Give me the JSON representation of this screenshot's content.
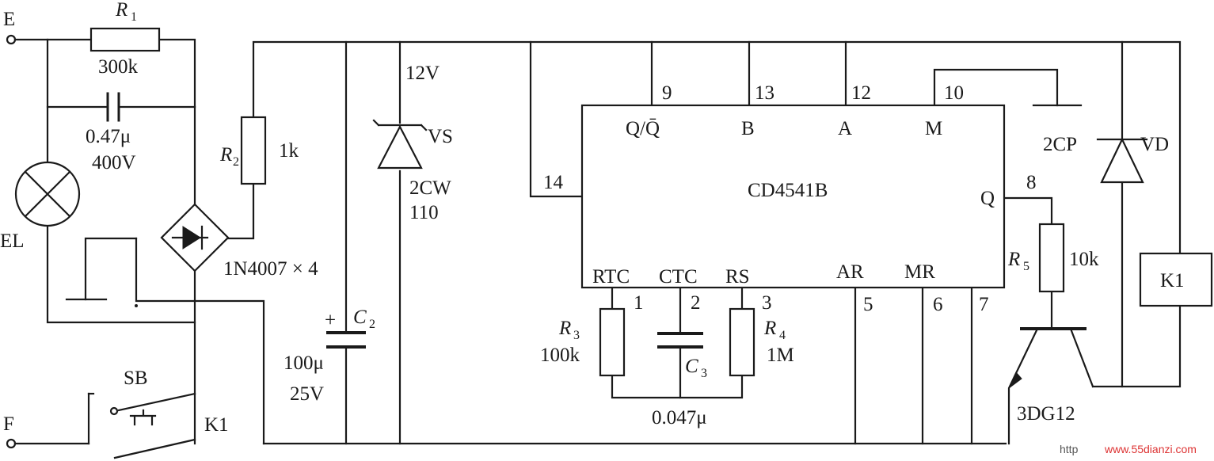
{
  "terminals": {
    "e": "E",
    "f": "F"
  },
  "lamp": {
    "label": "EL"
  },
  "r1": {
    "name": "R",
    "sub": "1",
    "value": "300k"
  },
  "c1": {
    "value": "0.47μ",
    "voltage": "400V"
  },
  "r2": {
    "name": "R",
    "sub": "2",
    "value": "1k"
  },
  "bridge": {
    "label": "1N4007 × 4"
  },
  "c2": {
    "name": "C",
    "sub": "2",
    "polarity": "+",
    "value": "100μ",
    "voltage": "25V"
  },
  "vs": {
    "voltage": "12V",
    "name": "VS",
    "part": "2CW",
    "part_num": "110"
  },
  "ic": {
    "name": "CD4541B",
    "pins": {
      "p9": "9",
      "p13": "13",
      "p12": "12",
      "p10": "10",
      "p14": "14",
      "p8": "8",
      "p1": "1",
      "p2": "2",
      "p3": "3",
      "p5": "5",
      "p6": "6",
      "p7": "7"
    },
    "pin_names": {
      "qqbar": "Q/Q̄",
      "b": "B",
      "a": "A",
      "m": "M",
      "q": "Q",
      "rtc": "RTC",
      "ctc": "CTC",
      "rs": "RS",
      "ar": "AR",
      "mr": "MR"
    }
  },
  "r3": {
    "name": "R",
    "sub": "3",
    "value": "100k"
  },
  "c3": {
    "name": "C",
    "sub": "3",
    "value": "0.047μ"
  },
  "r4": {
    "name": "R",
    "sub": "4",
    "value": "1M"
  },
  "r5": {
    "name": "R",
    "sub": "5",
    "value": "10k"
  },
  "vd": {
    "part": "2CP",
    "name": "VD"
  },
  "transistor": {
    "label": "3DG12"
  },
  "relay": {
    "label": "K1"
  },
  "switch": {
    "sb": "SB",
    "k1": "K1"
  },
  "watermark": {
    "prefix": "http",
    "site": "www.55dianzi.com"
  }
}
